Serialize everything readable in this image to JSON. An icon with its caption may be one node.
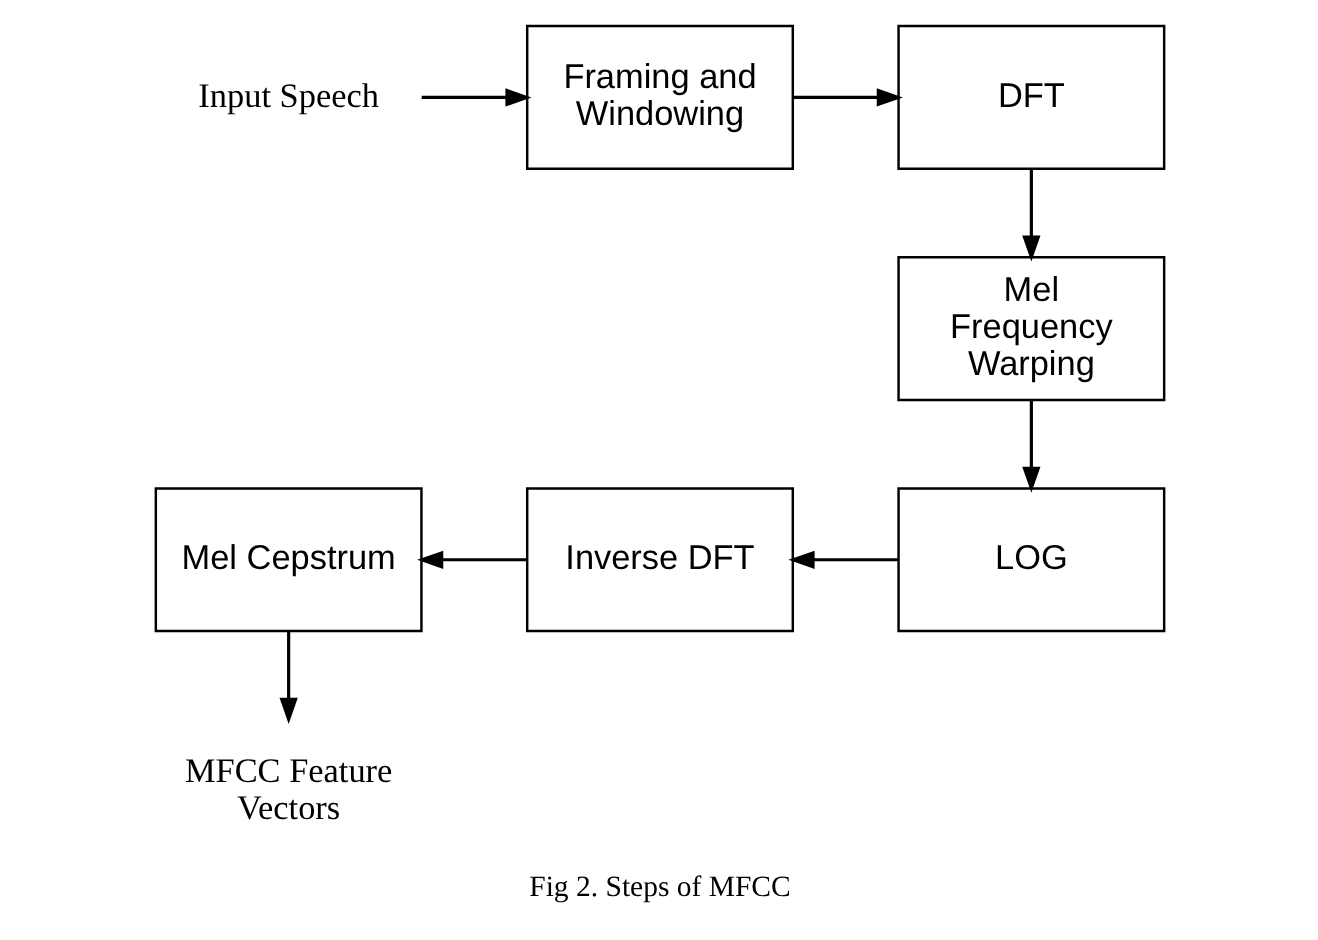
{
  "diagram": {
    "caption": "Fig 2. Steps of MFCC",
    "nodes": [
      {
        "text": [
          "Input Speech"
        ]
      },
      {
        "text": [
          "Framing and Windowing"
        ]
      },
      {
        "text": [
          "DFT"
        ]
      },
      {
        "text": [
          "Mel Frequency Warping"
        ]
      },
      {
        "text": [
          "LOG"
        ]
      },
      {
        "text": [
          "Inverse DFT"
        ]
      },
      {
        "text": [
          "Mel Cepstrum"
        ]
      },
      {
        "text": [
          "MFCC Feature Vectors"
        ]
      }
    ],
    "edges": [
      {
        "from": 0,
        "to": 1,
        "arrow": "to"
      },
      {
        "from": 1,
        "to": 2,
        "arrow": "to"
      },
      {
        "from": 2,
        "to": 3,
        "arrow": "to"
      },
      {
        "from": 3,
        "to": 4,
        "arrow": "to"
      },
      {
        "from": 4,
        "to": 5,
        "arrow": "to"
      },
      {
        "from": 5,
        "to": 6,
        "arrow": "to"
      },
      {
        "from": 6,
        "to": 7,
        "arrow": "to"
      }
    ]
  }
}
